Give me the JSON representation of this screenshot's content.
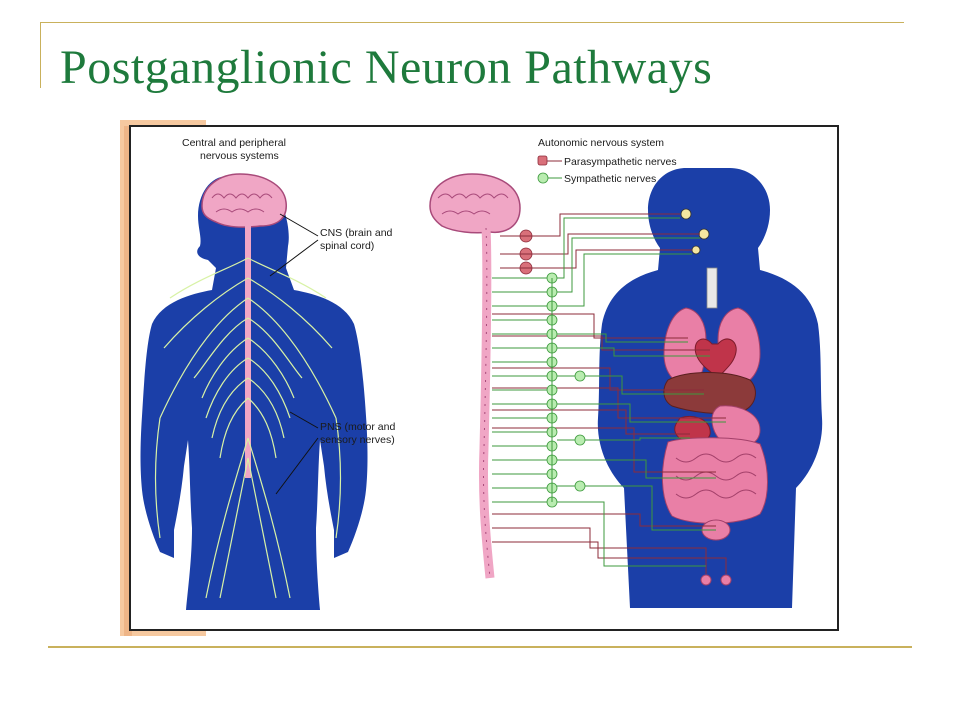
{
  "slide": {
    "title": "Postganglionic Neuron Pathways"
  },
  "figure": {
    "left_panel": {
      "heading_line1": "Central and peripheral",
      "heading_line2": "nervous systems",
      "cns_label_line1": "CNS (brain and",
      "cns_label_line2": "spinal cord)",
      "pns_label_line1": "PNS (motor and",
      "pns_label_line2": "sensory nerves)"
    },
    "right_panel": {
      "heading": "Autonomic nervous system",
      "legend": [
        {
          "label": "Parasympathetic nerves",
          "color": "#d9707a"
        },
        {
          "label": "Sympathetic nerves",
          "color": "#6dc36d"
        }
      ]
    },
    "colors": {
      "body": "#1b3fa8",
      "brain": "#f0a6c5",
      "nerve": "#d8f2a6",
      "organ": "#e97fa6",
      "accent_gold": "#c9b15c",
      "title_green": "#1e7a3c"
    }
  }
}
